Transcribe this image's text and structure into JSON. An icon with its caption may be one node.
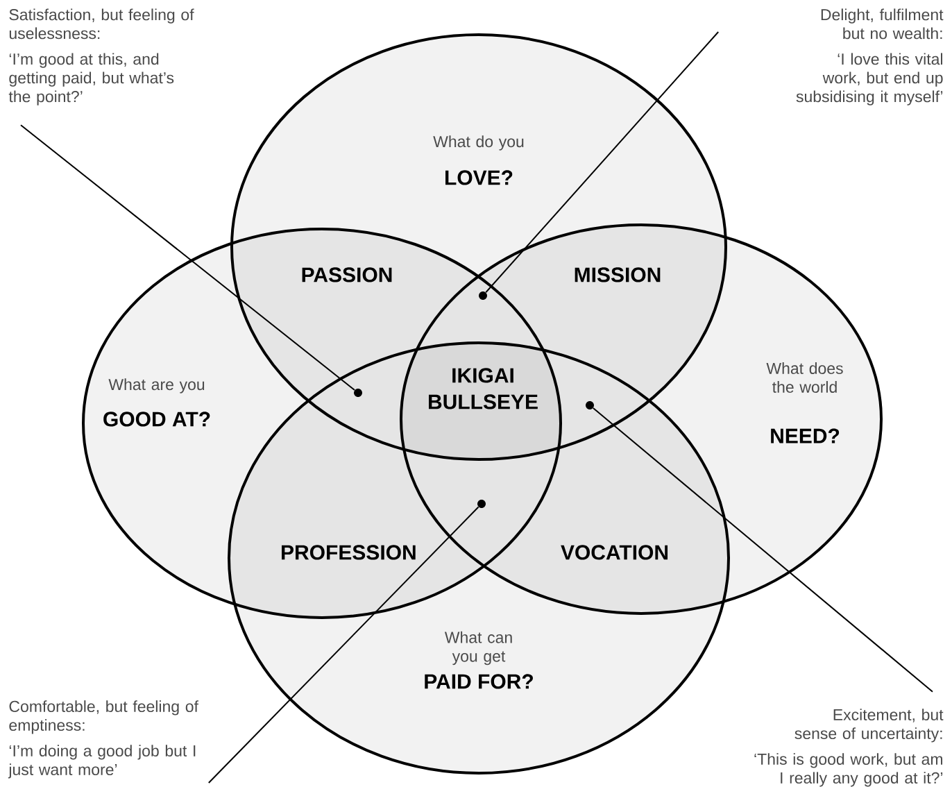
{
  "diagram": {
    "nodes": [
      {
        "text": [
          "Satisfaction, but feeling of uselessness:",
          "‘I’m good at this, and getting paid, but what’s the point?’"
        ]
      },
      {
        "text": [
          "Delight, fulfilment but no wealth:",
          "‘I love this vital work, but end up subsidising it myself’"
        ]
      },
      {
        "text": [
          "What do you",
          "LOVE?"
        ]
      },
      {
        "text": [
          "What are you",
          "GOOD AT?"
        ]
      },
      {
        "text": [
          "What does the world",
          "NEED?"
        ]
      },
      {
        "text": [
          "What can you get",
          "PAID FOR?"
        ]
      },
      {
        "text": [],
        "shape": "circle"
      },
      {
        "text": [],
        "shape": "circle"
      },
      {
        "text": [],
        "shape": "circle"
      },
      {
        "text": [],
        "shape": "circle"
      },
      {
        "text": [
          "Comfortable, but feeling of emptiness:",
          "‘I’m doing a good job but I just want more’"
        ]
      },
      {
        "text": [
          "Excitement, but sense of uncertainty:",
          "‘This is good work, but am I really any good at it?’"
        ]
      }
    ],
    "edges": [
      {
        "from": 0,
        "to": 7,
        "arrow": "none"
      },
      {
        "from": 1,
        "to": 6,
        "arrow": "none"
      },
      {
        "from": 10,
        "to": 9,
        "arrow": "none"
      },
      {
        "from": 11,
        "to": 8,
        "arrow": "none"
      }
    ],
    "labels": [
      "PASSION",
      "MISSION",
      "IKIGAI BULLSEYE",
      "PROFESSION",
      "VOCATION"
    ]
  }
}
